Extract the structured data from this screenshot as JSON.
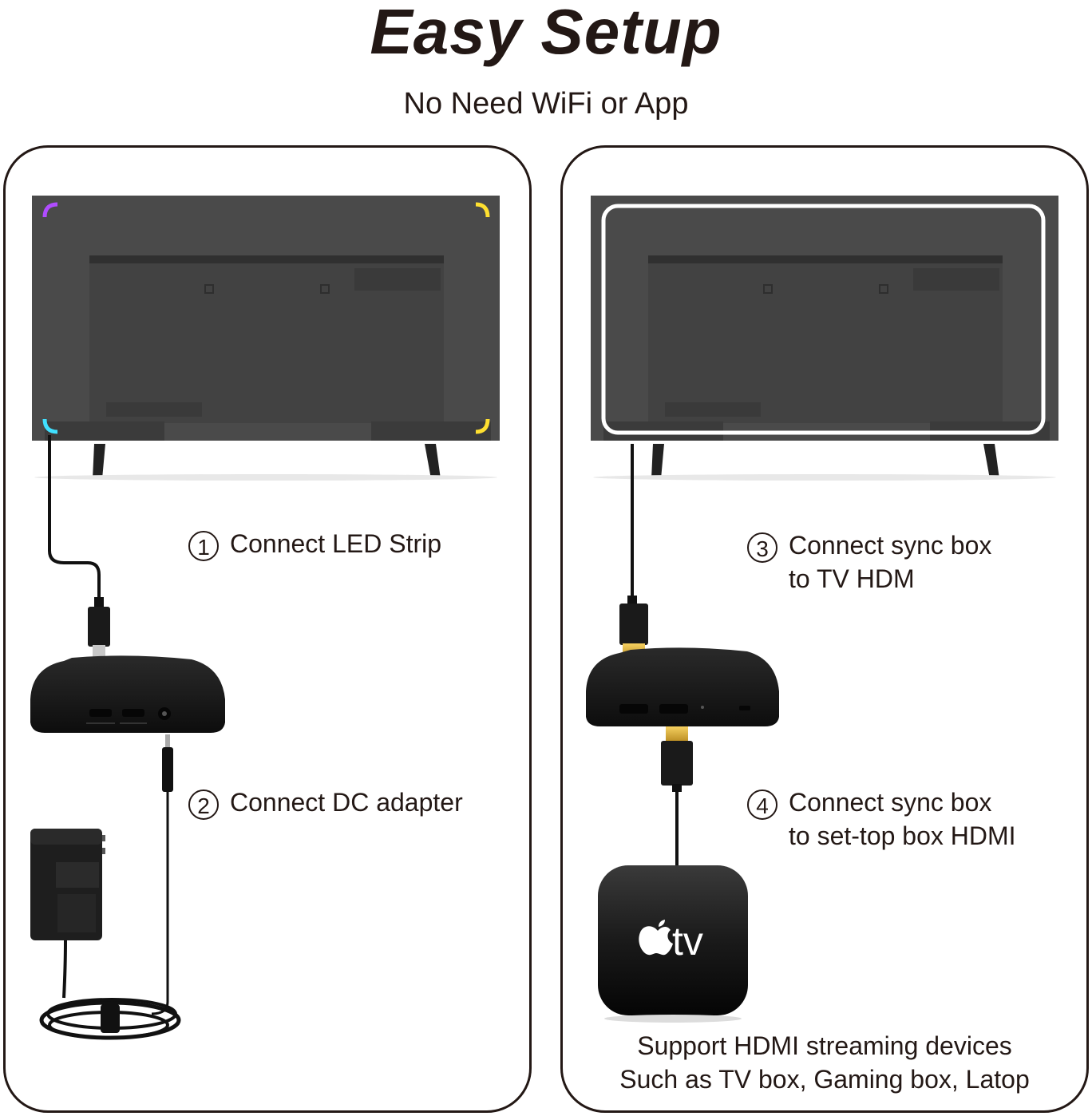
{
  "header": {
    "title": "Easy Setup",
    "subtitle": "No Need WiFi or App"
  },
  "steps": [
    {
      "number": "1",
      "lines": [
        "Connect LED Strip"
      ]
    },
    {
      "number": "2",
      "lines": [
        "Connect DC adapter"
      ]
    },
    {
      "number": "3",
      "lines": [
        "Connect sync box",
        "to TV HDM"
      ]
    },
    {
      "number": "4",
      "lines": [
        "Connect sync box",
        "to set-top box HDMI"
      ]
    }
  ],
  "streaming_device": {
    "logo_text": "tv"
  },
  "support_note": {
    "line1": "Support HDMI streaming devices",
    "line2": "Such as TV box, Gaming box, Latop"
  },
  "colors": {
    "text": "#231815",
    "tv_back": "#4a4a4a",
    "device": "#1c1c1c",
    "cable": "#111111"
  }
}
